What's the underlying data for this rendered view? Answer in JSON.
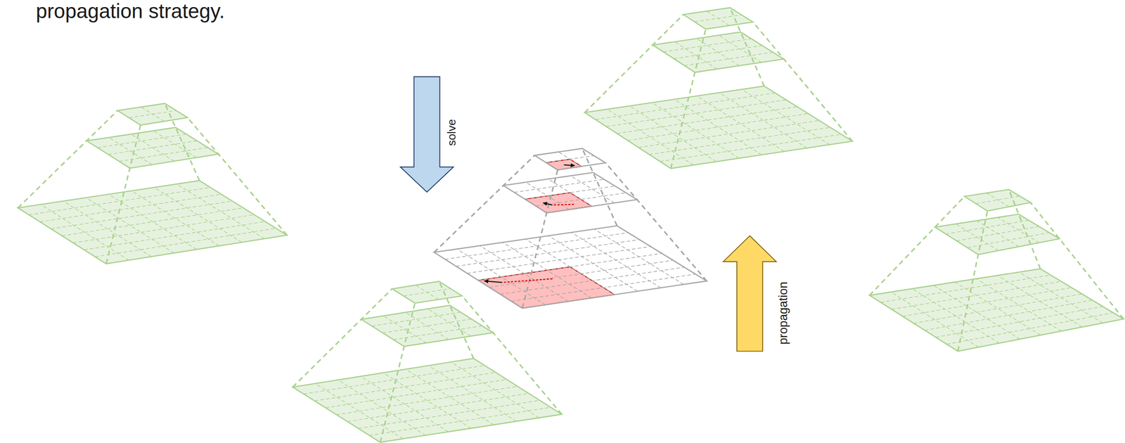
{
  "diagram": {
    "labels": [
      "propagation strategy.",
      "solve",
      "propagation"
    ]
  }
}
